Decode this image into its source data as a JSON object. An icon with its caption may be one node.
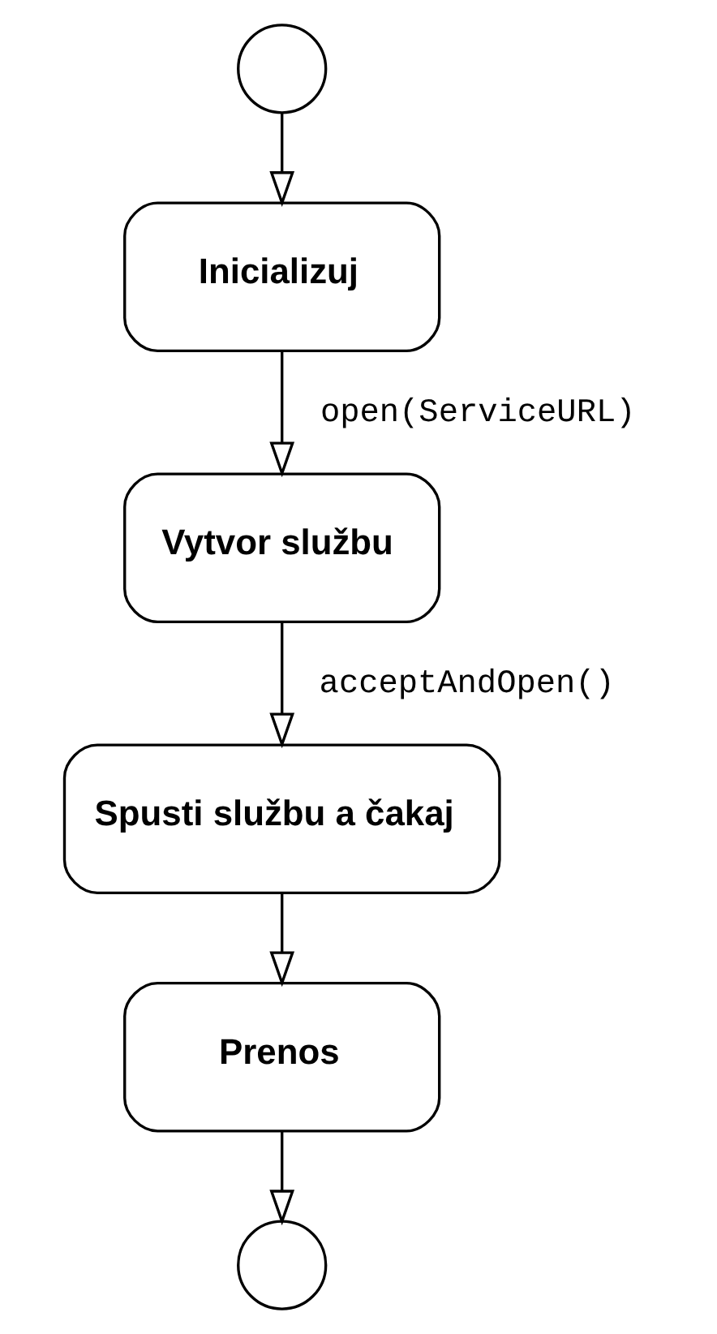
{
  "diagram": {
    "nodes": [
      {
        "text": [],
        "shape": "circle"
      },
      {
        "text": [
          "Inicializuj"
        ]
      },
      {
        "text": [
          "Vytvor službu"
        ]
      },
      {
        "text": [
          "Spusti službu a čakaj"
        ]
      },
      {
        "text": [
          "Prenos"
        ]
      },
      {
        "text": [],
        "shape": "circle"
      }
    ],
    "edges": [
      {
        "from": 0,
        "to": 1,
        "arrow": "to"
      },
      {
        "from": 1,
        "to": 2,
        "arrow": "to",
        "label": "open(ServiceURL)"
      },
      {
        "from": 2,
        "to": 3,
        "arrow": "to",
        "label": "acceptAndOpen()"
      },
      {
        "from": 3,
        "to": 4,
        "arrow": "to"
      },
      {
        "from": 4,
        "to": 5,
        "arrow": "to"
      }
    ]
  }
}
